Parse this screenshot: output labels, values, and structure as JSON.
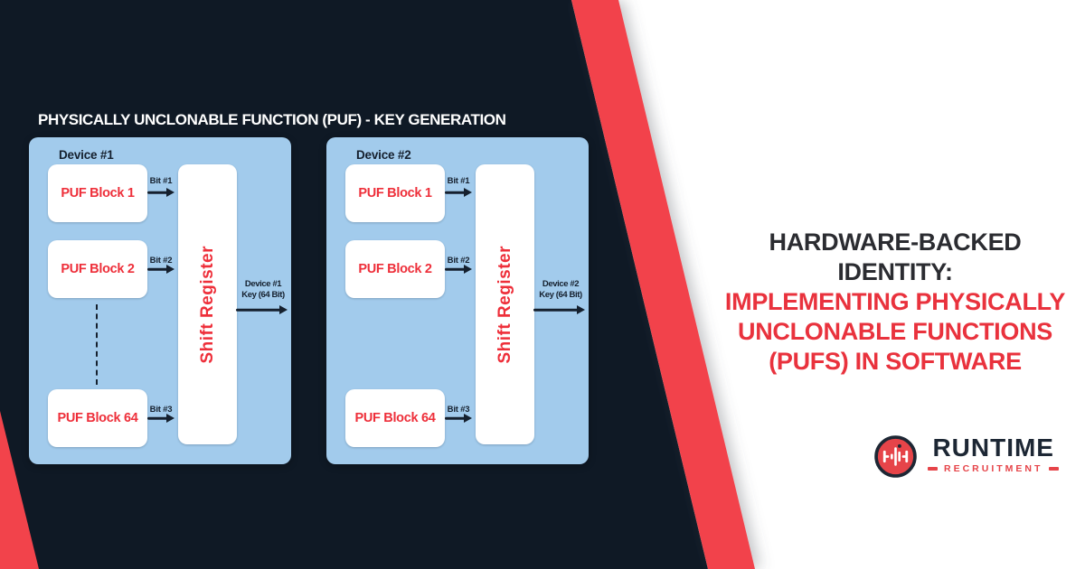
{
  "colors": {
    "navy-bg": "#0F1925",
    "stripe-red": "#F2434B",
    "panel-blue": "#A2CBEC",
    "box-white": "#FFFFFF",
    "diagram-red": "#EE2F3A",
    "label-navy": "#15202E",
    "header-white": "#FFFFFF",
    "headline-dark": "#2B2C31",
    "headline-red": "#E9323D",
    "logo-navy": "#1D2734",
    "logo-red": "#E64449"
  },
  "diagram": {
    "header": "PHYSICALLY UNCLONABLE FUNCTION (PUF) - KEY GENERATION",
    "devices": [
      {
        "label": "Device #1",
        "blocks": [
          "PUF Block 1",
          "PUF Block 2",
          "PUF Block 64"
        ],
        "bit_labels": [
          "Bit #1",
          "Bit #2",
          "Bit #3"
        ],
        "register": "Shift Register",
        "output_line1": "Device #1",
        "output_line2": "Key (64 Bit)"
      },
      {
        "label": "Device #2",
        "blocks": [
          "PUF Block 1",
          "PUF Block 2",
          "PUF Block 64"
        ],
        "bit_labels": [
          "Bit #1",
          "Bit #2",
          "Bit #3"
        ],
        "register": "Shift Register",
        "output_line1": "Device #2",
        "output_line2": "Key (64 Bit)"
      }
    ]
  },
  "headline": {
    "dark_line1": "HARDWARE-BACKED",
    "dark_line2": "IDENTITY:",
    "red_line1": "IMPLEMENTING PHYSICALLY",
    "red_line2": "UNCLONABLE FUNCTIONS",
    "red_line3": "(PUFS) IN SOFTWARE"
  },
  "logo": {
    "brand": "RUNTIME",
    "tagline": "RECRUITMENT"
  }
}
